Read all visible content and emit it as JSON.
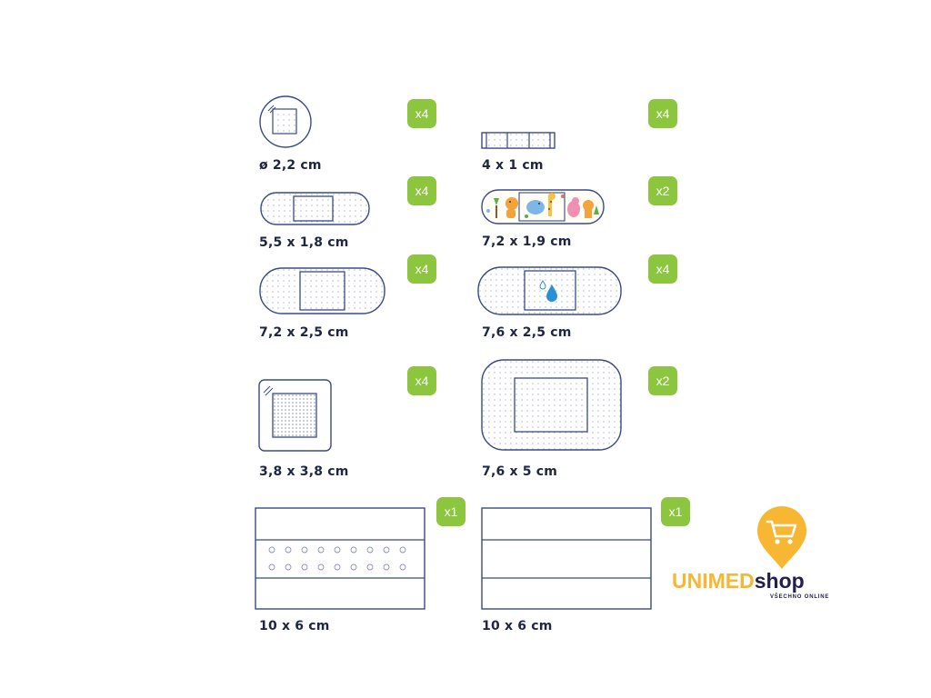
{
  "items": [
    {
      "id": "round",
      "size": "ø 2,2 cm",
      "count": "x4"
    },
    {
      "id": "strip-small",
      "size": "4 x 1 cm",
      "count": "x4"
    },
    {
      "id": "strip-55",
      "size": "5,5 x 1,8 cm",
      "count": "x4"
    },
    {
      "id": "kids",
      "size": "7,2 x 1,9 cm",
      "count": "x2"
    },
    {
      "id": "strip-72",
      "size": "7,2 x 2,5 cm",
      "count": "x4"
    },
    {
      "id": "waterproof",
      "size": "7,6 x 2,5 cm",
      "count": "x4"
    },
    {
      "id": "square",
      "size": "3,8 x 3,8 cm",
      "count": "x4"
    },
    {
      "id": "large",
      "size": "7,6 x 5 cm",
      "count": "x2"
    },
    {
      "id": "sheet-perforated",
      "size": "10 x 6 cm",
      "count": "x1"
    },
    {
      "id": "sheet-plain",
      "size": "10 x 6 cm",
      "count": "x1"
    }
  ],
  "logo": {
    "part1": "UNIMED",
    "part2": "shop",
    "tagline": "VŠECHNO ONLINE",
    "pin_color": "#f7b733",
    "brand_dark": "#23204f"
  },
  "colors": {
    "badge": "#8cc63f",
    "outline": "#3a4a85",
    "text": "#1e2640"
  }
}
